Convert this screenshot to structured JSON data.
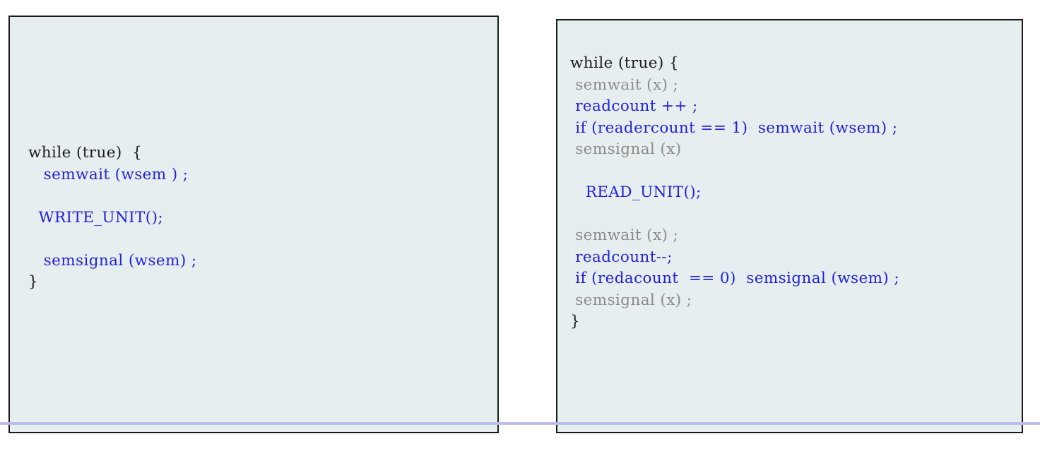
{
  "slide": {
    "background_color": "#ffffff",
    "rule_line_color": "#b9bee9",
    "panel_background": "#e7eeef",
    "panel_border_color": "#1a1a1a",
    "colors": {
      "dark": "#1c1c1c",
      "blue": "#2222d8",
      "gray": "#8b8b8b"
    }
  },
  "panels": [
    {
      "id": "writer",
      "name": "writer-process-code",
      "lines": [
        {
          "text": "while (true)  {",
          "color": "dark"
        },
        {
          "text": "   semwait (wsem ) ;",
          "color": "blue"
        },
        {
          "text": "",
          "color": "dark"
        },
        {
          "text": "  WRITE_UNIT();",
          "color": "blue"
        },
        {
          "text": "",
          "color": "dark"
        },
        {
          "text": "   semsignal (wsem) ;",
          "color": "blue"
        },
        {
          "text": "}",
          "color": "dark"
        }
      ]
    },
    {
      "id": "reader",
      "name": "reader-process-code",
      "lines": [
        {
          "text": "while (true) {",
          "color": "dark"
        },
        {
          "text": " semwait (x) ;",
          "color": "gray"
        },
        {
          "text": " readcount ++ ;",
          "color": "blue"
        },
        {
          "text": " if (readercount == 1)  semwait (wsem) ;",
          "color": "blue"
        },
        {
          "text": " semsignal (x)",
          "color": "gray"
        },
        {
          "text": "",
          "color": "dark"
        },
        {
          "text": "   READ_UNIT();",
          "color": "blue"
        },
        {
          "text": "",
          "color": "dark"
        },
        {
          "text": " semwait (x) ;",
          "color": "gray"
        },
        {
          "text": " readcount--;",
          "color": "blue"
        },
        {
          "text": " if (redacount  == 0)  semsignal (wsem) ;",
          "color": "blue"
        },
        {
          "text": " semsignal (x) ;",
          "color": "gray"
        },
        {
          "text": "}",
          "color": "dark"
        }
      ]
    }
  ]
}
